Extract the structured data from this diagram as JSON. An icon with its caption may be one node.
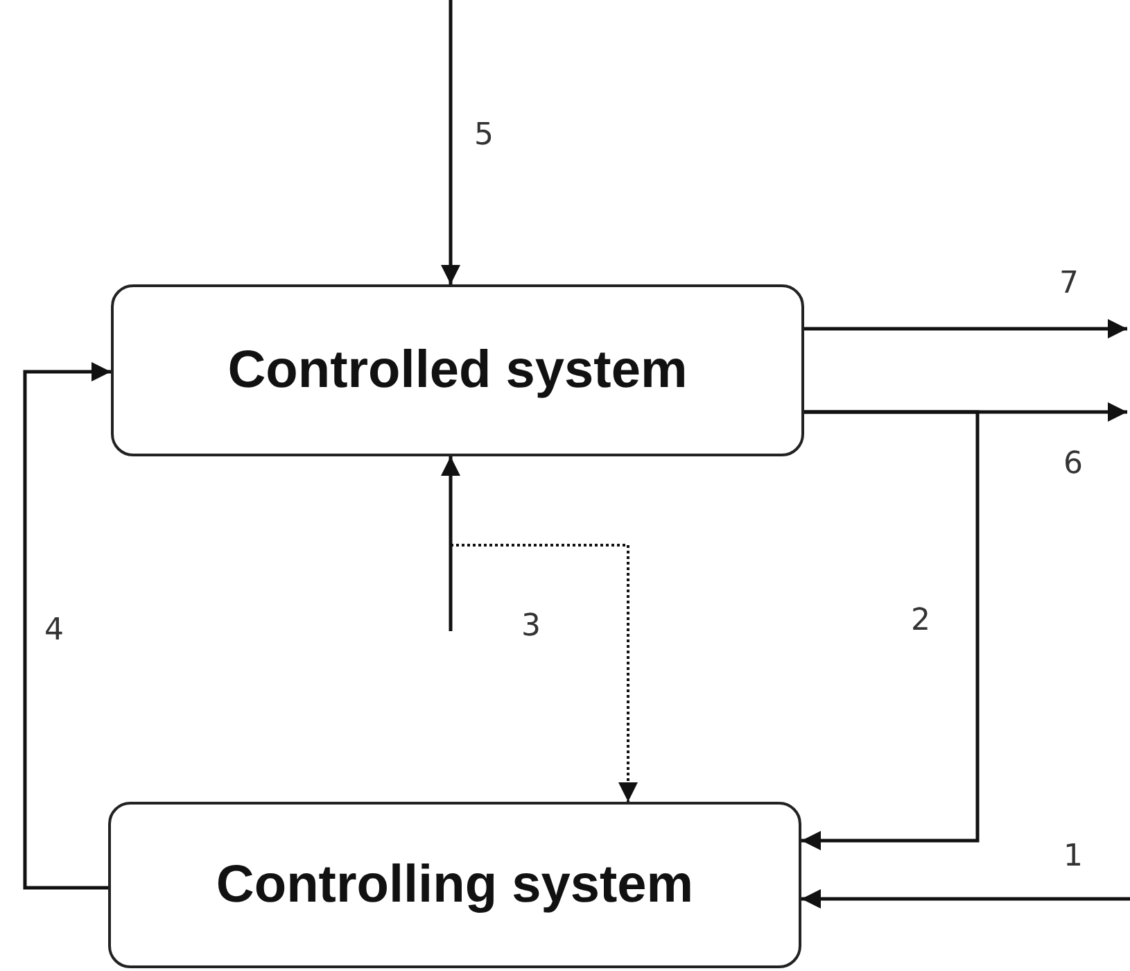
{
  "diagram": {
    "nodes": [
      {
        "text": [
          "Controlled system"
        ]
      },
      {
        "text": [
          "Controlling system"
        ]
      }
    ],
    "edges": [
      {
        "from": null,
        "to": 0,
        "arrow": "to",
        "label": "5"
      },
      {
        "from": 0,
        "to": null,
        "arrow": "to",
        "label": "7"
      },
      {
        "from": 0,
        "to": null,
        "arrow": "to",
        "label": "6"
      },
      {
        "from": 0,
        "to": 1,
        "arrow": "to",
        "label": "2"
      },
      {
        "from": null,
        "to": 1,
        "arrow": "to",
        "label": "1"
      },
      {
        "from": 1,
        "to": 0,
        "arrow": "to",
        "label": "4"
      },
      {
        "from": null,
        "to": 0,
        "arrow": "to",
        "label": "3"
      },
      {
        "from": null,
        "to": 1,
        "arrow": "to",
        "style": "dashed"
      }
    ]
  }
}
